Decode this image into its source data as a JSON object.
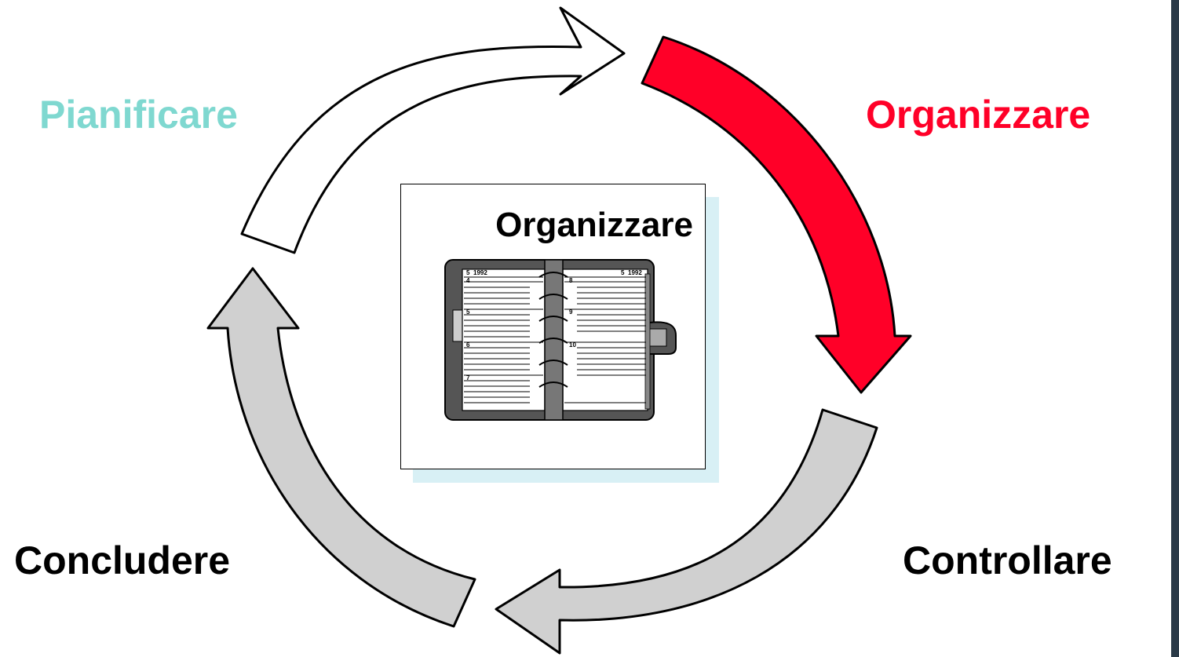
{
  "phases": {
    "plan": {
      "label": "Pianificare",
      "color": "#7fd8d0"
    },
    "organize": {
      "label": "Organizzare",
      "color": "#ff0028"
    },
    "control": {
      "label": "Controllare",
      "color": "#000000"
    },
    "conclude": {
      "label": "Concludere",
      "color": "#000000"
    }
  },
  "center": {
    "title": "Organizzare",
    "planner": {
      "year_left": "1992",
      "month_left": "5",
      "year_right": "1992",
      "month_right": "5",
      "left_days": [
        "4",
        "5",
        "6",
        "7"
      ],
      "right_days": [
        "8",
        "9",
        "10"
      ]
    }
  },
  "colors": {
    "active_arrow": "#ff0028",
    "plan_arrow": "#ffffff",
    "inactive_arrow": "#d0d0d0",
    "outline": "#000000",
    "center_shadow": "#d8f0f5"
  }
}
